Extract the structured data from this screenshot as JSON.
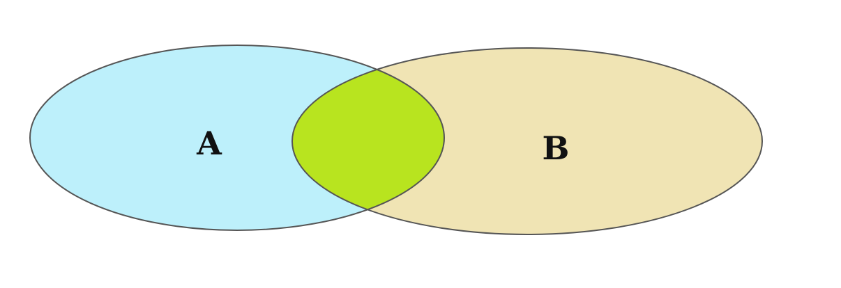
{
  "diagram": {
    "type": "venn",
    "sets": [
      {
        "id": "A",
        "label": "A",
        "fill": "#bdf0fb"
      },
      {
        "id": "B",
        "label": "B",
        "fill": "#f0e4b4"
      }
    ],
    "intersection": {
      "sets": [
        "A",
        "B"
      ],
      "fill": "#b8e41f"
    },
    "stroke": "#555555"
  }
}
